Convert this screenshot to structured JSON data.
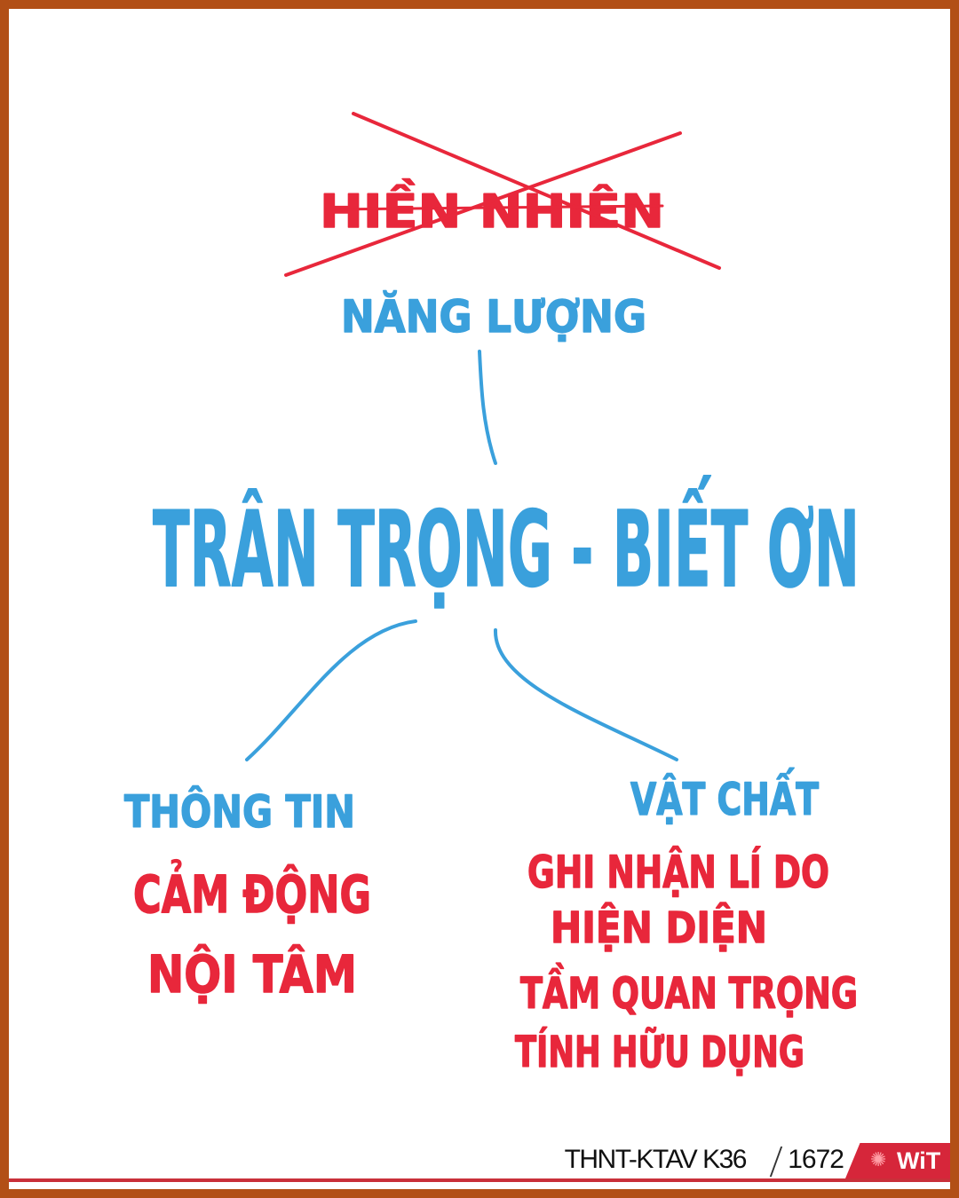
{
  "nodes": {
    "crossed_out": "HIỀN NHIÊN",
    "top": "NĂNG LƯỢNG",
    "center": "TRÂN TRỌNG - BIẾT ƠN",
    "left_branch": "THÔNG TIN",
    "left_items": [
      "CẢM ĐỘNG",
      "NỘI TÂM"
    ],
    "right_branch": "VẬT CHẤT",
    "right_items": [
      "GHI NHẬN LÍ DO",
      "HIỆN DIỆN",
      "TẦM QUAN TRỌNG",
      "TÍNH HỮU DỤNG"
    ]
  },
  "footer": {
    "label": "THNT-KTAV K36",
    "number": "1672",
    "logo_text": "WiT"
  },
  "colors": {
    "blue_ink": "#3aa0dc",
    "red_ink": "#e8273b",
    "frame": "#b24f16",
    "logo": "#d6263a"
  }
}
